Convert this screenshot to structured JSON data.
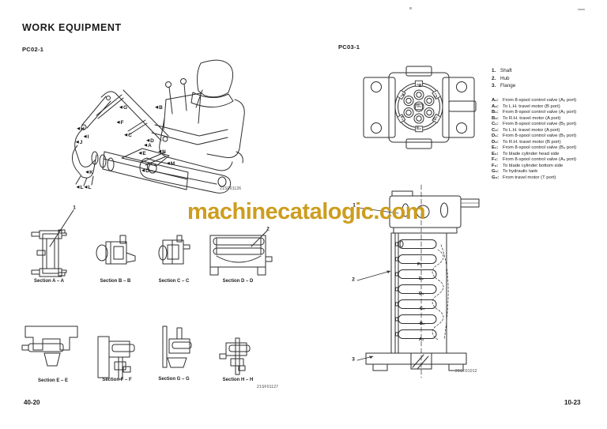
{
  "page": {
    "title": "WORK EQUIPMENT",
    "page_number_left": "40-20",
    "page_number_right": "10-23"
  },
  "colors": {
    "watermark_gold": "#CD9D1E",
    "ink": "#2e2e2e"
  },
  "watermark": {
    "text": "machinecatalogic.com"
  },
  "pc02": {
    "label": "PC02-1",
    "figure_number_main": "21SF01126",
    "figure_number_sections": "21SF01127",
    "callouts": [
      "G",
      "B",
      "F",
      "H",
      "I",
      "J",
      "C",
      "D",
      "A",
      "E",
      "N",
      "M",
      "K",
      "L",
      "L",
      "D"
    ],
    "ref_1": "1",
    "ref_2": "2",
    "sections": [
      {
        "label": "Section A – A"
      },
      {
        "label": "Section B – B"
      },
      {
        "label": "Section C – C"
      },
      {
        "label": "Section D – D"
      },
      {
        "label": "Section E – E"
      },
      {
        "label": "Section F – F"
      },
      {
        "label": "Section G – G"
      },
      {
        "label": "Section H – H"
      }
    ]
  },
  "pc03": {
    "label": "PC03-1",
    "figure_number": "21SF01012",
    "flange_ports": {
      "top": "B₂",
      "upper_right": "C₂",
      "lower_right": "D₂",
      "bottom": "E₂",
      "lower_left": "F₂",
      "upper_left": "A₂",
      "center": "G₂"
    },
    "parts": [
      {
        "num": "1.",
        "name": "Shaft"
      },
      {
        "num": "2.",
        "name": "Hub"
      },
      {
        "num": "3.",
        "name": "Flange"
      }
    ],
    "legend": [
      {
        "label": "A₁:",
        "desc": "From 8-spool control valve (A₅ port)"
      },
      {
        "label": "A₂:",
        "desc": "To L.H. travel motor (B port)"
      },
      {
        "label": "B₁:",
        "desc": "From 8-spool control valve (A₃ port)"
      },
      {
        "label": "B₂:",
        "desc": "To R.H. travel motor (A port)"
      },
      {
        "label": "C₁:",
        "desc": "From 8-spool control valve (B₅ port)"
      },
      {
        "label": "C₂:",
        "desc": "To L.H. travel motor (A port)"
      },
      {
        "label": "D₁:",
        "desc": "From 8-spool control valve (B₃ port)"
      },
      {
        "label": "D₂:",
        "desc": "To R.H. travel motor (B port)"
      },
      {
        "label": "E₁:",
        "desc": "From 8-spool control valve (B₄ port)"
      },
      {
        "label": "E₂:",
        "desc": "To blade cylinder head side"
      },
      {
        "label": "F₁:",
        "desc": "From 8-spool control valve (A₄ port)"
      },
      {
        "label": "F₂:",
        "desc": "To blade cylinder bottom side"
      },
      {
        "label": "G₁:",
        "desc": "To hydraulic tank"
      },
      {
        "label": "G₂:",
        "desc": "From travel motor (T port)"
      }
    ],
    "swivel_labels": [
      "F₁",
      "E₁",
      "D₁",
      "C₁",
      "B₁",
      "A₁"
    ],
    "swivel_refs": [
      "1",
      "2",
      "3"
    ]
  }
}
